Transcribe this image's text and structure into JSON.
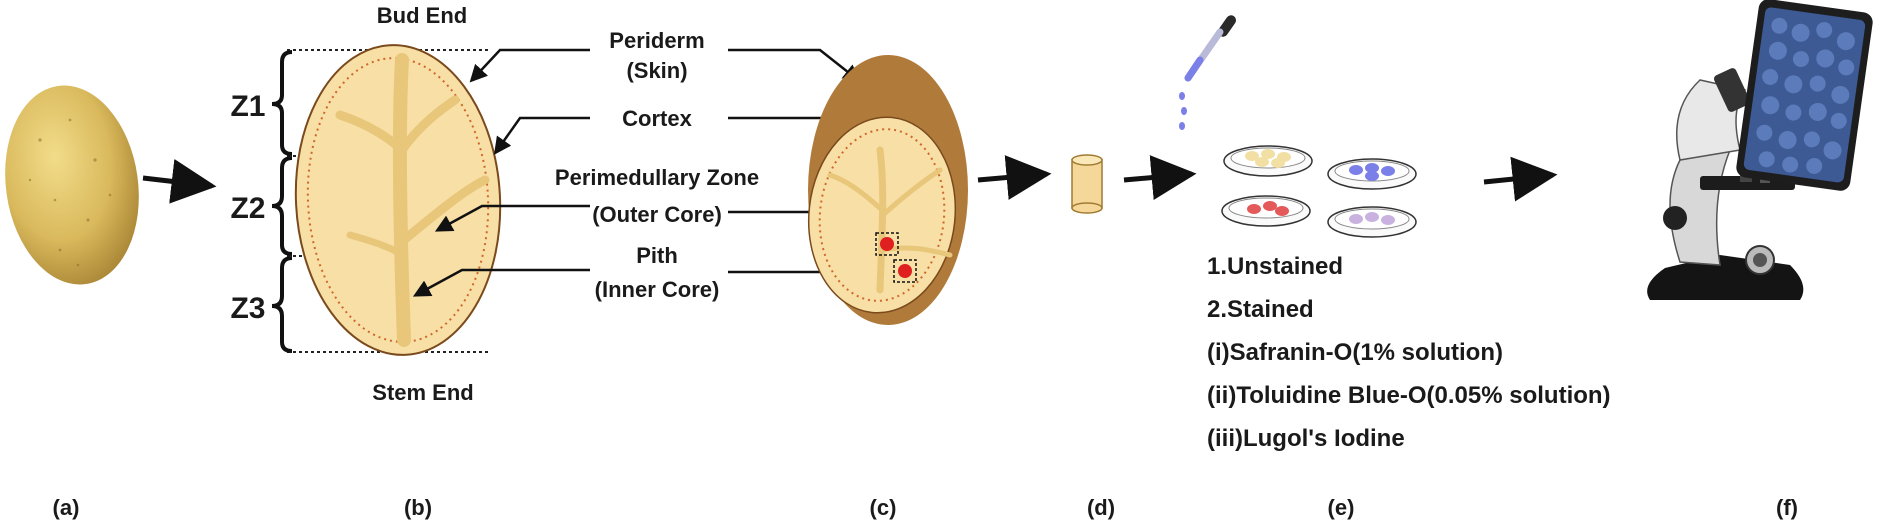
{
  "panels": {
    "a": "(a)",
    "b": "(b)",
    "c": "(c)",
    "d": "(d)",
    "e": "(e)",
    "f": "(f)"
  },
  "tuber": {
    "bud_end": "Bud End",
    "stem_end": "Stem End",
    "zones": [
      "Z1",
      "Z2",
      "Z3"
    ]
  },
  "tissues": {
    "periderm": "Periderm",
    "periderm_sub": "(Skin)",
    "cortex": "Cortex",
    "perimedullary": "Perimedullary Zone",
    "perimedullary_sub": "(Outer Core)",
    "pith": "Pith",
    "pith_sub": "(Inner Core)"
  },
  "staining": {
    "lines": [
      "1.Unstained",
      "2.Stained",
      "(i)Safranin-O(1% solution)",
      "(ii)Toluidine Blue-O(0.05% solution)",
      "(iii)Lugol's Iodine"
    ]
  },
  "colors": {
    "flesh": "#f7dfa6",
    "vascular": "#e8c77a",
    "skin": "#b07a3a",
    "core_sample": "#e02020",
    "toluidine": "#7b7fe8",
    "safranin": "#e45a5a",
    "lugol": "#c9b2e0"
  }
}
